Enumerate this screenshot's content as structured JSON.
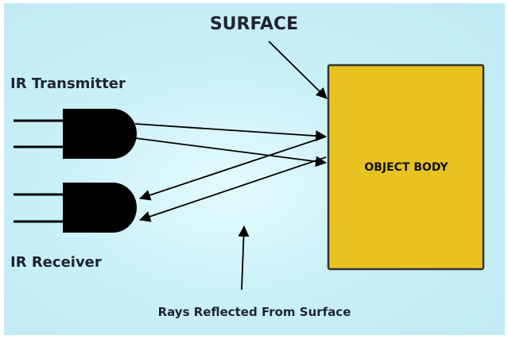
{
  "labels": {
    "surface": "SURFACE",
    "transmitter": "IR Transmitter",
    "receiver": "IR Receiver",
    "object": "OBJECT BODY",
    "rays": "Rays Reflected From Surface"
  },
  "colors": {
    "background": "#c9f0f7",
    "object": "#e8c21f",
    "ink": "#000000"
  }
}
